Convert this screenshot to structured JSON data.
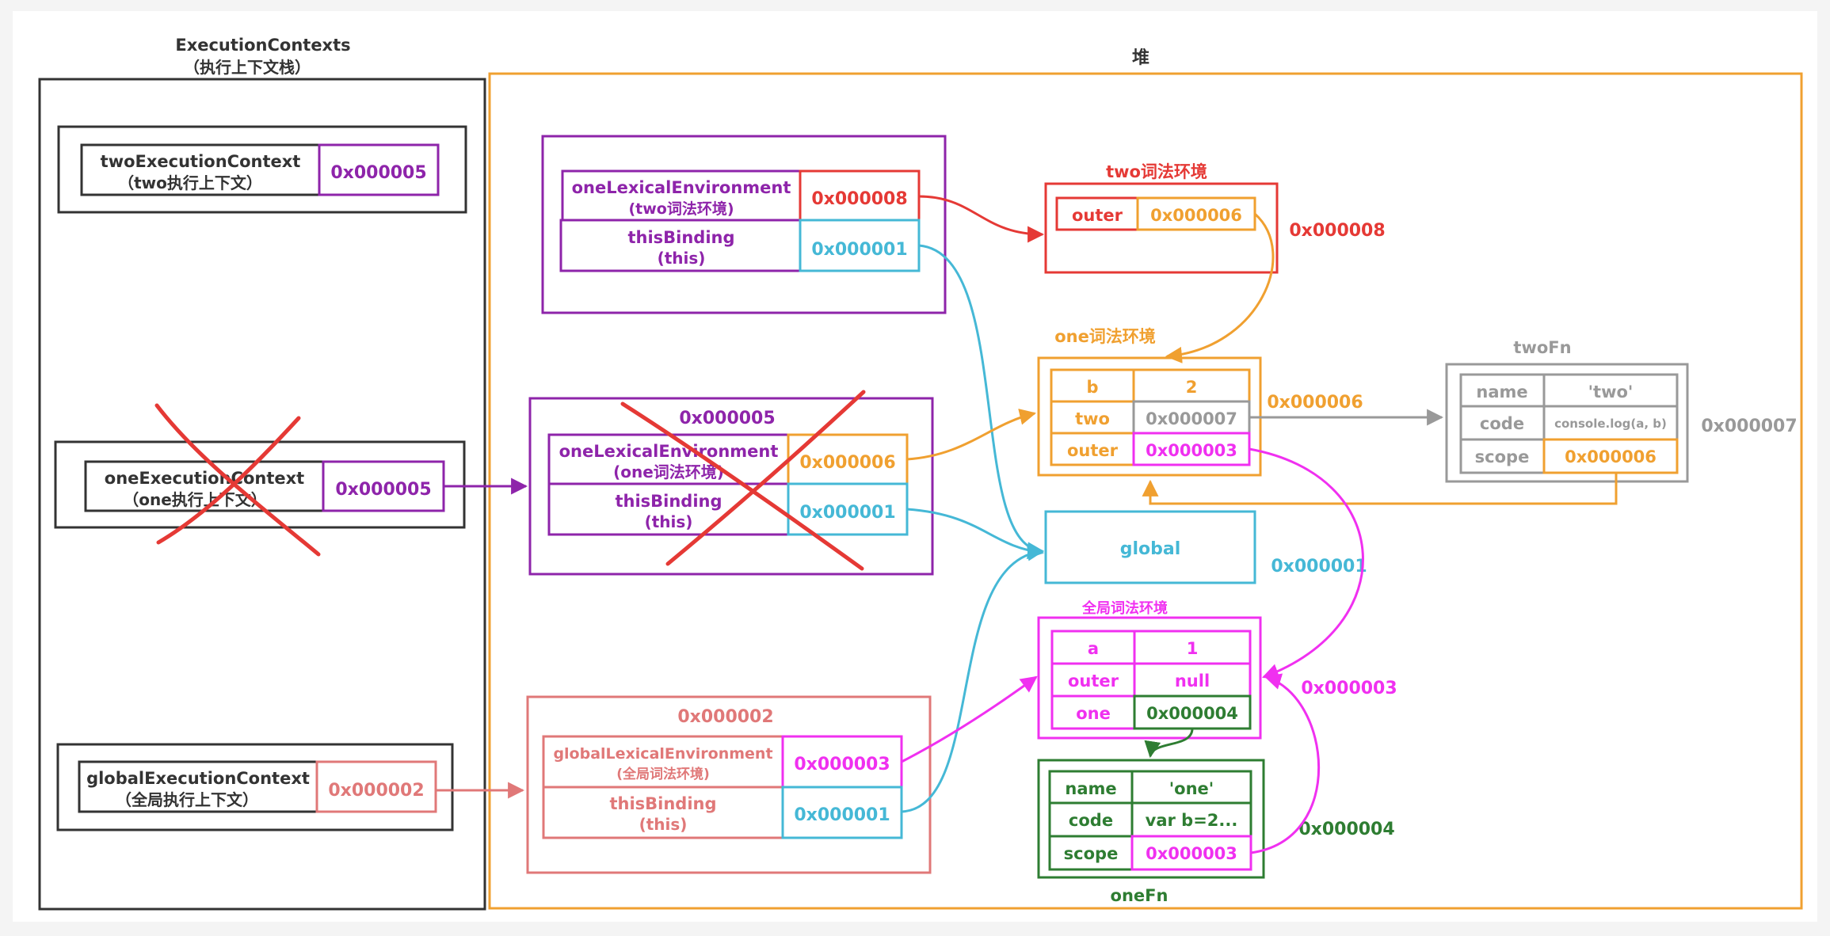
{
  "stack": {
    "title": "ExecutionContexts",
    "subtitle": "（执行上下文栈）",
    "two": {
      "name": "twoExecutionContext",
      "sub": "（two执行上下文）",
      "addr": "0x000005"
    },
    "one": {
      "name": "oneExecutionContext",
      "sub": "（one执行上下文）",
      "addr": "0x000005"
    },
    "global": {
      "name": "globalExecutionContext",
      "sub": "（全局执行上下文）",
      "addr": "0x000002"
    }
  },
  "heap": {
    "title": "堆"
  },
  "twoCtxRecord": {
    "lexName": "oneLexicalEnvironment",
    "lexSub": "(two词法环境)",
    "lexAddr": "0x000008",
    "thisName": "thisBinding",
    "thisSub": "(this)",
    "thisAddr": "0x000001"
  },
  "oneCtxRecord": {
    "label": "0x000005",
    "lexName": "oneLexicalEnvironment",
    "lexSub": "(one词法环境)",
    "lexAddr": "0x000006",
    "thisName": "thisBinding",
    "thisSub": "(this)",
    "thisAddr": "0x000001"
  },
  "globalCtxRecord": {
    "label": "0x000002",
    "lexName": "globalLexicalEnvironment",
    "lexSub": "(全局词法环境)",
    "lexAddr": "0x000003",
    "thisName": "thisBinding",
    "thisSub": "(this)",
    "thisAddr": "0x000001"
  },
  "twoEnv": {
    "title": "two词法环境",
    "key": "outer",
    "value": "0x000006",
    "addr": "0x000008"
  },
  "oneEnv": {
    "title": "one词法环境",
    "addr": "0x000006",
    "rows": [
      {
        "key": "b",
        "value": "2"
      },
      {
        "key": "two",
        "value": "0x000007"
      },
      {
        "key": "outer",
        "value": "0x000003"
      }
    ]
  },
  "twoFn": {
    "title": "twoFn",
    "addr": "0x000007",
    "rows": [
      {
        "key": "name",
        "value": "'two'"
      },
      {
        "key": "code",
        "value": "console.log(a, b)"
      },
      {
        "key": "scope",
        "value": "0x000006"
      }
    ]
  },
  "global": {
    "label": "global",
    "addr": "0x000001"
  },
  "globalEnv": {
    "title": "全局词法环境",
    "addr": "0x000003",
    "rows": [
      {
        "key": "a",
        "value": "1"
      },
      {
        "key": "outer",
        "value": "null"
      },
      {
        "key": "one",
        "value": "0x000004"
      }
    ]
  },
  "oneFn": {
    "title": "oneFn",
    "addr": "0x000004",
    "rows": [
      {
        "key": "name",
        "value": "'one'"
      },
      {
        "key": "code",
        "value": "var b=2..."
      },
      {
        "key": "scope",
        "value": "0x000003"
      }
    ]
  },
  "colors": {
    "purple": "#8e24aa",
    "red": "#e53935",
    "orange": "#f0a030",
    "blue": "#45b8d6",
    "gray": "#999999",
    "magenta": "#f030f0",
    "salmon": "#e07878",
    "green": "#2e7d32",
    "dark": "#333333"
  }
}
